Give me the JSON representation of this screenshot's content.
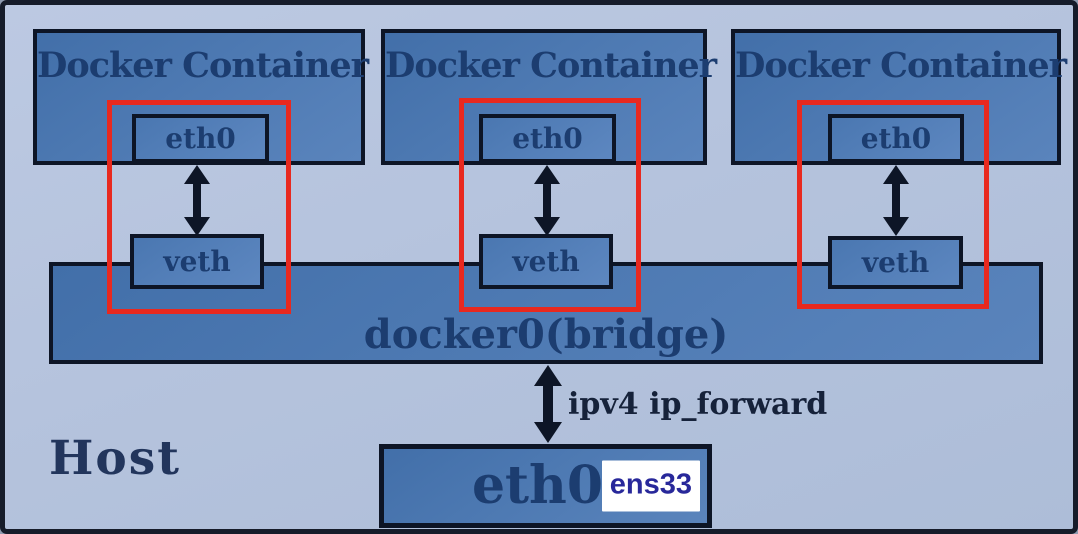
{
  "diagram": {
    "host_label": "Host",
    "bridge_label": "docker0(bridge)",
    "forward_label": "ipv4 ip_forward",
    "host_eth": {
      "label": "eth0",
      "badge": "ens33"
    },
    "containers": [
      {
        "title": "Docker Container",
        "eth_label": "eth0",
        "veth_label": "veth"
      },
      {
        "title": "Docker Container",
        "eth_label": "eth0",
        "veth_label": "veth"
      },
      {
        "title": "Docker Container",
        "eth_label": "eth0",
        "veth_label": "veth"
      }
    ],
    "colors": {
      "background": "#b5c3dd",
      "panel_fill": "#4d79b2",
      "node_fill": "#5380b9",
      "border_dark": "#0d1526",
      "text_navy": "#1c3d70",
      "text_dark": "#16223a",
      "highlight_red": "#e8291f",
      "badge_bg": "#ffffff",
      "badge_text": "#28289a"
    }
  }
}
